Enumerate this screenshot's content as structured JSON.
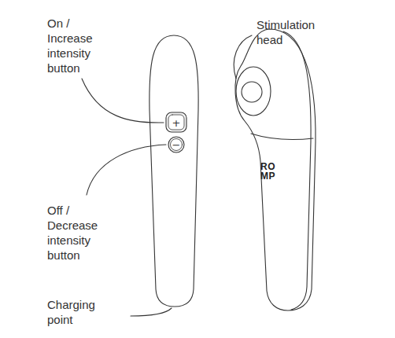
{
  "diagram": {
    "labels": [
      "On / Increase intensity button",
      "Off / Decrease intensity button",
      "Charging point",
      "Stimulation head",
      "+",
      "−",
      "RO MP"
    ]
  }
}
